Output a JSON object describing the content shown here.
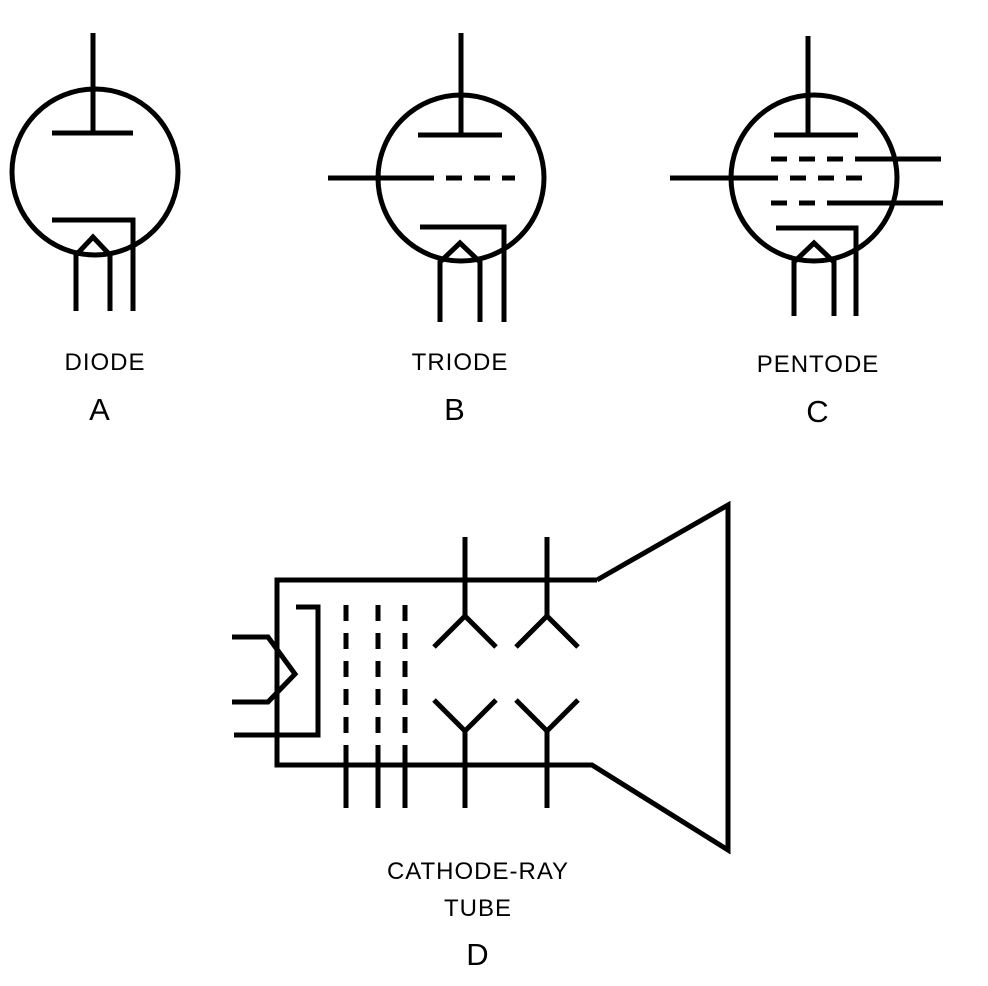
{
  "diagram": {
    "tubes": [
      {
        "id": "diode",
        "name": "DIODE",
        "letter": "A"
      },
      {
        "id": "triode",
        "name": "TRIODE",
        "letter": "B"
      },
      {
        "id": "pentode",
        "name": "PENTODE",
        "letter": "C"
      },
      {
        "id": "crt",
        "name_line1": "CATHODE-RAY",
        "name_line2": "TUBE",
        "letter": "D"
      }
    ],
    "stroke_color": "#000000",
    "background_color": "#ffffff"
  }
}
